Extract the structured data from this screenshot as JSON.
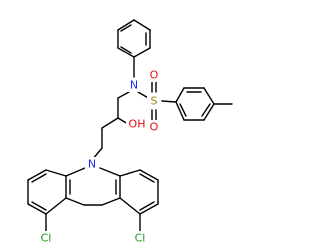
{
  "molecule": {
    "atoms": {
      "n_sulfonamide": "N",
      "s_sulfonyl": "S",
      "o_sulfonyl_top": "O",
      "o_sulfonyl_bottom": "O",
      "hydroxyl": "OH",
      "n_carbazole": "N",
      "cl_left": "Cl",
      "cl_right": "Cl"
    },
    "colors": {
      "bond": "#000000",
      "nitrogen": "#1f2df0",
      "oxygen": "#e01010",
      "sulfur": "#9a8a10",
      "chlorine": "#1a9a1a"
    }
  }
}
